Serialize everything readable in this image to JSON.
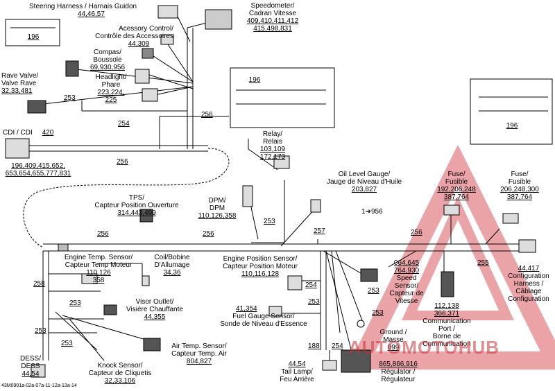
{
  "watermark": "AUTOMOTOHUB",
  "ref_code": "43M0901a-02a-07a-11-12a-13a-14",
  "labels": {
    "steering_harness": "Steering Harness / Harnais Guidon",
    "steering_pages": "44,46,57",
    "speedometer_1": "Speedometer/",
    "speedometer_2": "Cadran Vitesse",
    "speedometer_p1": "409,410,411,412",
    "speedometer_p2": "415,498,831",
    "accessory_1": "Acessory Control/",
    "accessory_2": "Contrôle des Accessoires",
    "accessory_pages": "44,309",
    "compass_1": "Compas/",
    "compass_2": "Boussole",
    "compass_pages": "69,930,956",
    "headlight_1": "Headlight/",
    "headlight_2": "Phare",
    "headlight_pages": "223,224,",
    "headlight_pages2": "225",
    "rave_1": "Rave Valve/",
    "rave_2": "Valve Rave",
    "rave_pages": "32,33,481",
    "cdi": "CDI / CDI",
    "cdi_p": "420",
    "cdi_pages1": "196,409,415,652,",
    "cdi_pages2": "653,654,655,777,831",
    "relay_1": "Relay/",
    "relay_2": "Relais",
    "relay_p1": "103,109",
    "relay_p2": "172,173",
    "oil_1": "Oil Level Gauge/",
    "oil_2": "Jauge de Niveau d'Huile",
    "oil_pages": "203,827",
    "tps_1": "TPS/",
    "tps_2": "Capteur Position Ouverture",
    "tps_pages": "314,443,499",
    "dpm_1": "DPM/",
    "dpm_2": "DPM",
    "dpm_pages": "110,126,358",
    "arrow_956": "1➔956",
    "fuse1_1": "Fuse/",
    "fuse1_2": "Fusible",
    "fuse1_p1": "192,206,248",
    "fuse1_p2": "387,764",
    "fuse2_1": "Fuse/",
    "fuse2_2": "Fusible",
    "fuse2_p1": "206,248,300",
    "fuse2_p2": "387,764",
    "config_1": "Configuration",
    "config_2": "Harness /",
    "config_3": "Câblage",
    "config_4": "Configuration",
    "config_pages": "44,417",
    "engtemp_1": "Engine Temp. Sensor/",
    "engtemp_2": "Capteur Temp Moteur",
    "engtemp_p1": "110,126",
    "engtemp_p2": "358",
    "coil_1": "Coil/Bobine",
    "coil_2": "D'Allumage",
    "coil_pages": "34,36",
    "engpos_1": "Engine Position Sensor/",
    "engpos_2": "Capteur Position Moteur",
    "engpos_pages": "110,116,128",
    "speedsensor_p1": "064,645",
    "speedsensor_p2": "764,930",
    "speedsensor_1": "Speed",
    "speedsensor_2": "Sensor/",
    "speedsensor_3": "Capteur de",
    "speedsensor_4": "Vitesse",
    "comm_p1": "112,138",
    "comm_p2": "366,371",
    "comm_1": "Communication",
    "comm_2": "Port /",
    "comm_3": "Borne de",
    "comm_4": "Communication",
    "visor_1": "Visor Outlet/",
    "visor_2": "Visière Chauffante",
    "visor_pages": "44,355",
    "fuelgauge_pages": "41,354",
    "fuelgauge_1": "Fuel Gauge Sensor/",
    "fuelgauge_2": "Sonde de Niveau d'Essence",
    "ground_1": "Ground /",
    "ground_2": "Masse",
    "ground_p": "099",
    "airtemp_1": "Air Temp. Sensor/",
    "airtemp_2": "Capteur Temp. Air",
    "airtemp_pages": "804,827",
    "knock_1": "Knock Sensor/",
    "knock_2": "Capteur de Cliquetis",
    "knock_pages": "32,33,106",
    "dess_1": "DESS/",
    "dess_2": "DESS",
    "dess_pages": "44,54",
    "tail_pages": "44,54",
    "tail_1": "Tail Lamp/",
    "tail_2": "Feu Arrière",
    "regulator_pages": "865,866,916",
    "regulator_1": "Régulator /",
    "regulator_2": "Régulateur",
    "inset1": "196",
    "inset2": "196",
    "inset3": "196"
  },
  "wire_codes": {
    "w253a": "253",
    "w254a": "254",
    "w256a": "256",
    "w256b": "256",
    "w256c": "256",
    "w256d": "256",
    "w253b": "253",
    "w257": "257",
    "w256e": "256",
    "w255": "255",
    "w258": "258",
    "w253c": "253",
    "w253d": "253",
    "w253e": "253",
    "w254b": "254",
    "w253f": "253",
    "w253g": "253",
    "w188": "188",
    "w254c": "254",
    "w253h": "253"
  }
}
